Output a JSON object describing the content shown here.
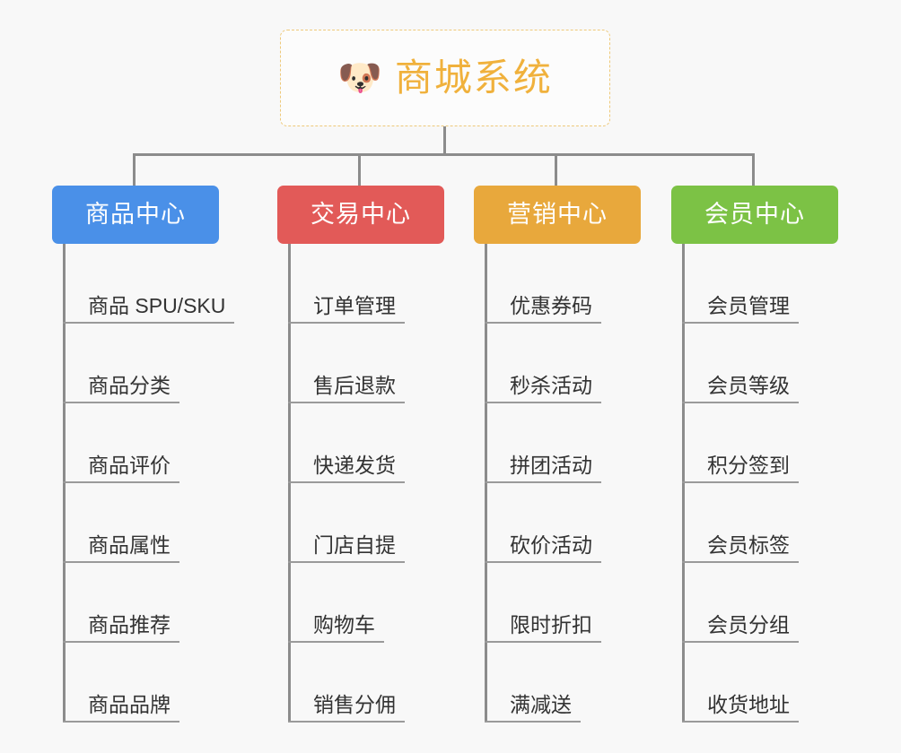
{
  "page": {
    "background_color": "#f8f8f8",
    "line_color": "#8c8c8c"
  },
  "root": {
    "icon": "dog-face-emoji",
    "emoji": "🐶",
    "title": "商城系统",
    "border_color": "#eec97a",
    "text_color": "#f0b13c"
  },
  "branches": [
    {
      "label": "商品中心",
      "color": "#4a90e8",
      "items": [
        "商品 SPU/SKU",
        "商品分类",
        "商品评价",
        "商品属性",
        "商品推荐",
        "商品品牌"
      ]
    },
    {
      "label": "交易中心",
      "color": "#e25a58",
      "items": [
        "订单管理",
        "售后退款",
        "快递发货",
        "门店自提",
        "购物车",
        "销售分佣"
      ]
    },
    {
      "label": "营销中心",
      "color": "#e8a83c",
      "items": [
        "优惠券码",
        "秒杀活动",
        "拼团活动",
        "砍价活动",
        "限时折扣",
        "满减送"
      ]
    },
    {
      "label": "会员中心",
      "color": "#7cc245",
      "items": [
        "会员管理",
        "会员等级",
        "积分签到",
        "会员标签",
        "会员分组",
        "收货地址"
      ]
    }
  ]
}
